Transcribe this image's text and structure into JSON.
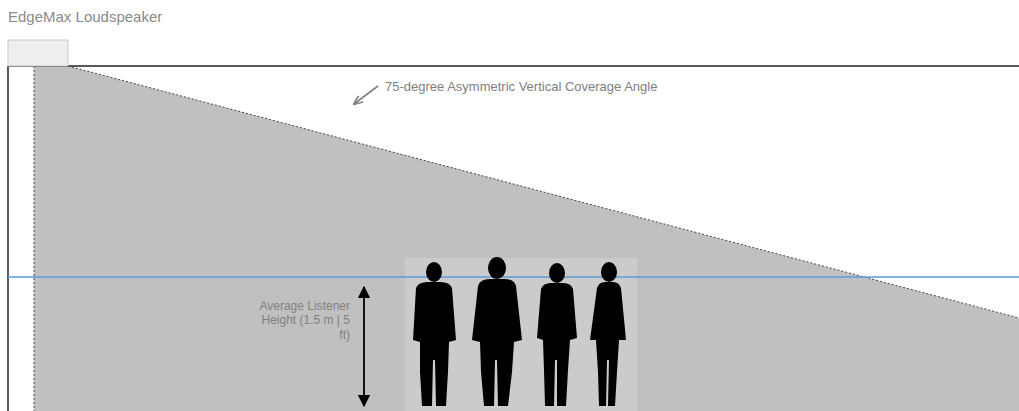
{
  "diagram": {
    "labels": [
      "EdgeMax Loudspeaker",
      "75-degree Asymmetric Vertical Coverage Angle",
      "Average Listener Height (1.5 m | 5 ft)"
    ]
  }
}
